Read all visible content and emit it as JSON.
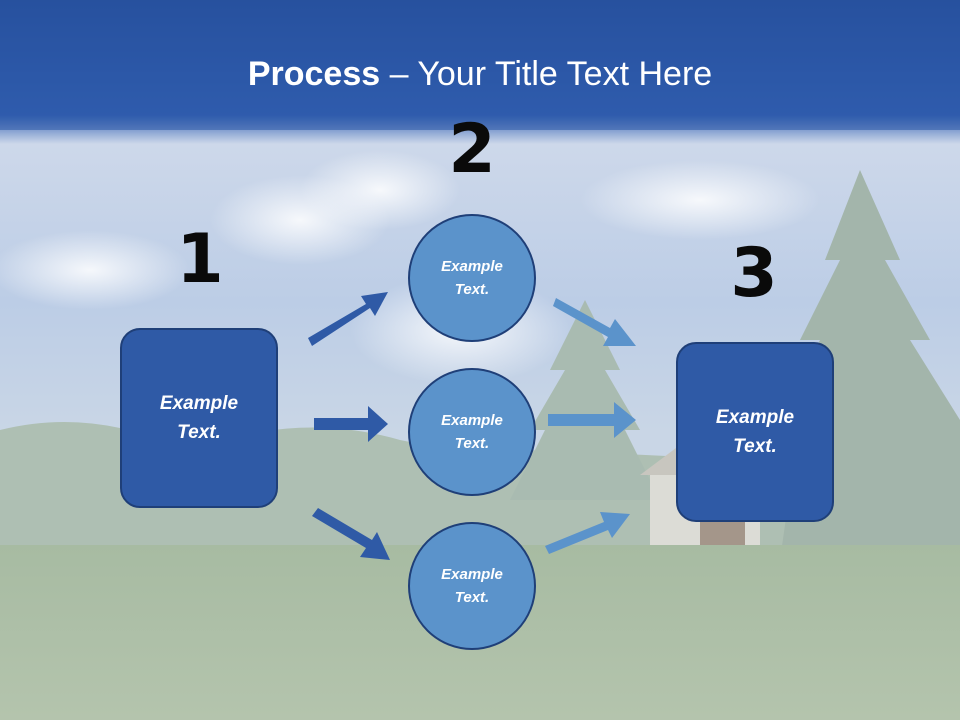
{
  "slide": {
    "title_bold": "Process",
    "title_rest": " – Your Title Text Here",
    "step_numbers": [
      "1",
      "2",
      "3"
    ],
    "start_box": {
      "label_line1": "Example",
      "label_line2": "Text."
    },
    "circles": [
      {
        "label_line1": "Example",
        "label_line2": "Text."
      },
      {
        "label_line1": "Example",
        "label_line2": "Text."
      },
      {
        "label_line1": "Example",
        "label_line2": "Text."
      }
    ],
    "end_box": {
      "label_line1": "Example",
      "label_line2": "Text."
    }
  },
  "colors": {
    "header_blue": "#2a56a6",
    "box_fill": "#2f5aa6",
    "circle_fill": "#5b93cb",
    "arrow_dark": "#2f5aa6",
    "arrow_light": "#5b93cb"
  }
}
